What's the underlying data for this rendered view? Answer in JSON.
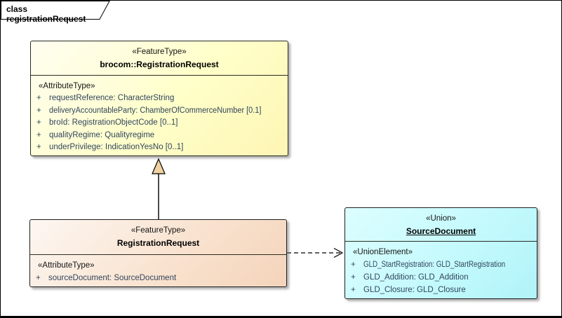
{
  "diagram": {
    "frame_label": "class registrationRequest",
    "tool_style": "UML class diagram"
  },
  "colors": {
    "frame_border": "#000000",
    "box_yellow": "#ffffc9",
    "box_orange": "#f6dcc4",
    "box_cyan": "#c4fafd",
    "box_border": "#2b2b22",
    "attribute_text": "#31455c",
    "generalization_arrow_fill": "#f0d2a2"
  },
  "classes": [
    {
      "stereotype": "«FeatureType»",
      "name": "brocom::RegistrationRequest",
      "attr_stereotype": "«AttributeType»",
      "attributes": [
        {
          "visibility": "+",
          "text": "requestReference: CharacterString"
        },
        {
          "visibility": "+",
          "text": "deliveryAccountableParty: ChamberOfCommerceNumber [0.1]"
        },
        {
          "visibility": "+",
          "text": "broId: RegistrationObjectCode [0..1]"
        },
        {
          "visibility": "+",
          "text": "qualityRegime: Qualityregime"
        },
        {
          "visibility": "+",
          "text": "underPrivilege: IndicationYesNo [0..1]"
        }
      ]
    },
    {
      "stereotype": "«FeatureType»",
      "name": "RegistrationRequest",
      "attr_stereotype": "«AttributeType»",
      "attributes": [
        {
          "visibility": "+",
          "text": "sourceDocument: SourceDocument"
        }
      ]
    },
    {
      "stereotype": "«Union»",
      "name": "SourceDocument",
      "attr_stereotype": "«UnionElement»",
      "attributes": [
        {
          "visibility": "+",
          "text": "GLD_StartRegistration: GLD_StartRegistration"
        },
        {
          "visibility": "+",
          "text": "GLD_Addition: GLD_Addition"
        },
        {
          "visibility": "+",
          "text": "GLD_Closure: GLD_Closure"
        }
      ]
    }
  ],
  "relationships": [
    {
      "type": "generalization",
      "from": "RegistrationRequest",
      "to": "brocom::RegistrationRequest",
      "line": "solid, hollow triangle head"
    },
    {
      "type": "dependency",
      "from": "RegistrationRequest",
      "to": "SourceDocument",
      "line": "dashed, open arrow head"
    }
  ]
}
